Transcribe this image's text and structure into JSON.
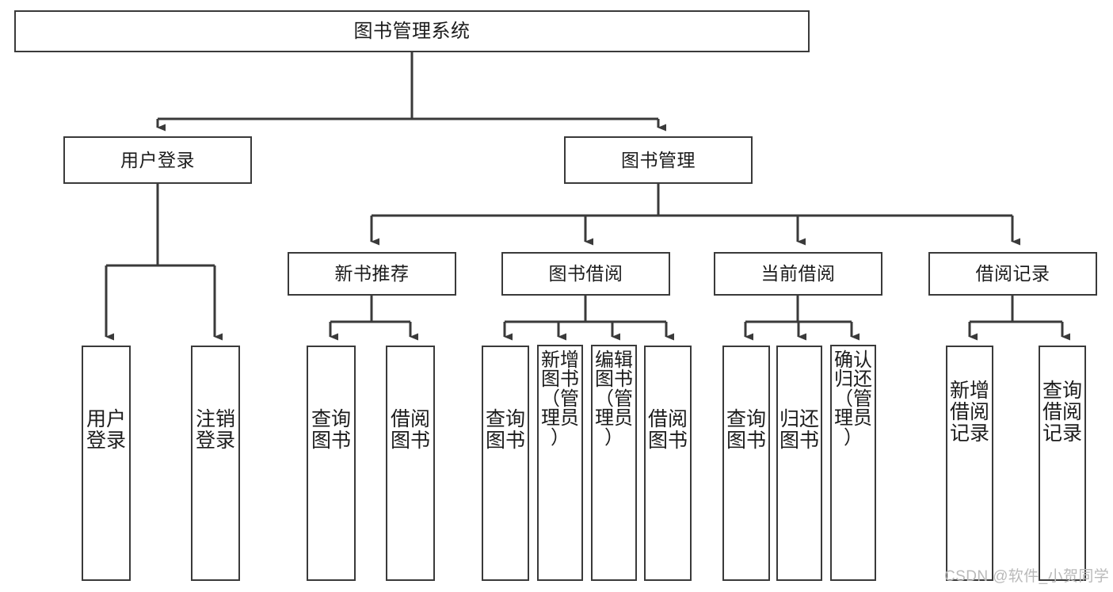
{
  "diagram": {
    "title": "图书管理系统",
    "type": "tree-hierarchy",
    "watermark": "CSDN @软件_小贺同学",
    "nodes": {
      "root": {
        "label": "图书管理系统"
      },
      "level2": [
        {
          "id": "user-login",
          "label": "用户登录"
        },
        {
          "id": "book-manage",
          "label": "图书管理"
        }
      ],
      "level3": [
        {
          "id": "new-book-rec",
          "label": "新书推荐"
        },
        {
          "id": "book-borrow",
          "label": "图书借阅"
        },
        {
          "id": "current-borrow",
          "label": "当前借阅"
        },
        {
          "id": "borrow-record",
          "label": "借阅记录"
        }
      ],
      "leaves": {
        "user-login": [
          {
            "id": "leaf-user-login",
            "label": "用户登录",
            "vertical": "用户\n登录"
          },
          {
            "id": "leaf-user-logout",
            "label": "注销登录",
            "vertical": "注销\n登录"
          }
        ],
        "new-book-rec": [
          {
            "id": "leaf-query-book-1",
            "label": "查询图书",
            "vertical": "查询\n图书"
          },
          {
            "id": "leaf-borrow-book-1",
            "label": "借阅图书",
            "vertical": "借阅\n图书"
          }
        ],
        "book-borrow": [
          {
            "id": "leaf-query-book-2",
            "label": "查询图书",
            "vertical": "查询\n图书"
          },
          {
            "id": "leaf-add-book",
            "label": "新增图书（管理员）",
            "vertical": "新增\n图书\n（管\n理员\n）"
          },
          {
            "id": "leaf-edit-book",
            "label": "编辑图书（管理员）",
            "vertical": "编辑\n图书\n（管\n理员\n）"
          },
          {
            "id": "leaf-borrow-book-2",
            "label": "借阅图书",
            "vertical": "借阅\n图书"
          }
        ],
        "current-borrow": [
          {
            "id": "leaf-query-book-3",
            "label": "查询图书",
            "vertical": "查询\n图书"
          },
          {
            "id": "leaf-return-book",
            "label": "归还图书",
            "vertical": "归还\n图书"
          },
          {
            "id": "leaf-confirm-return",
            "label": "确认归还（管理员）",
            "vertical": "确认\n归还\n（管\n理员\n）"
          }
        ],
        "borrow-record": [
          {
            "id": "leaf-add-record",
            "label": "新增借阅记录",
            "vertical": "新增\n借阅\n记录"
          },
          {
            "id": "leaf-query-record",
            "label": "查询借阅记录",
            "vertical": "查询\n借阅\n记录"
          }
        ]
      }
    },
    "colors": {
      "border": "#3a3a3a",
      "edge": "#3a3a3a",
      "background": "#ffffff",
      "text": "#1c1c1c",
      "watermark": "#b9b9b9"
    }
  }
}
